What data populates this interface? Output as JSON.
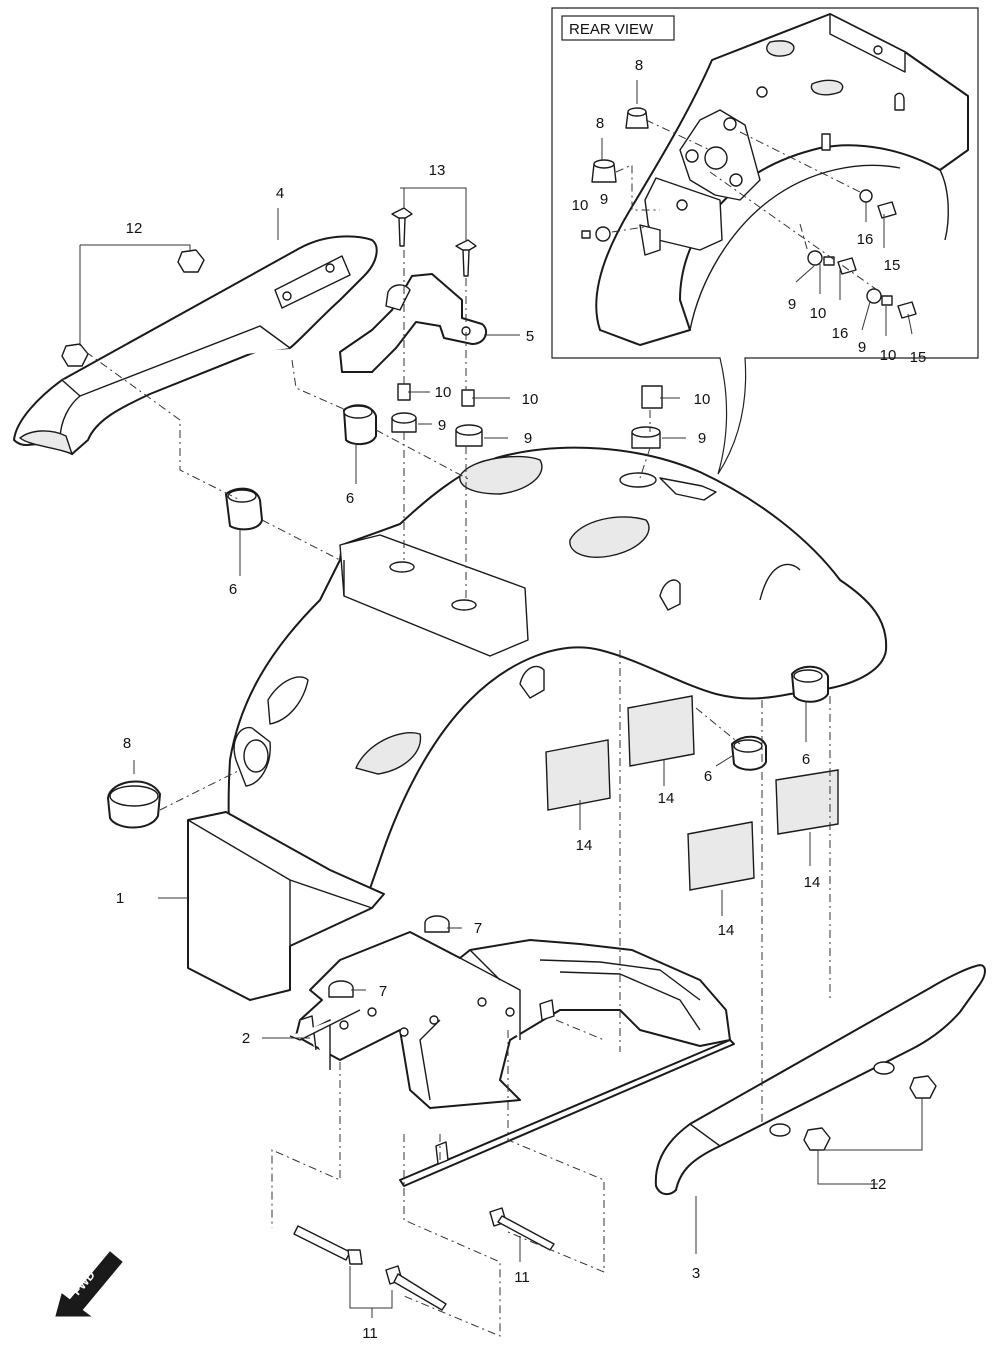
{
  "inset": {
    "title": "REAR VIEW"
  },
  "fwd_label": "FWD",
  "callouts": {
    "c1": "1",
    "c2": "2",
    "c3": "3",
    "c4": "4",
    "c5": "5",
    "c6a": "6",
    "c6b": "6",
    "c6c": "6",
    "c6d": "6",
    "c7a": "7",
    "c7b": "7",
    "c8": "8",
    "c9a": "9",
    "c9b": "9",
    "c9c": "9",
    "c10a": "10",
    "c10b": "10",
    "c10c": "10",
    "c11a": "11",
    "c11b": "11",
    "c12a": "12",
    "c12b": "12",
    "c13": "13",
    "c14a": "14",
    "c14b": "14",
    "c14c": "14",
    "c14d": "14",
    "r8a": "8",
    "r8b": "8",
    "r9a": "9",
    "r9b": "9",
    "r9c": "9",
    "r10a": "10",
    "r10b": "10",
    "r10c": "10",
    "r15a": "15",
    "r15b": "15",
    "r16a": "16",
    "r16b": "16"
  },
  "colors": {
    "line": "#1a1a1a",
    "background": "#ffffff"
  }
}
